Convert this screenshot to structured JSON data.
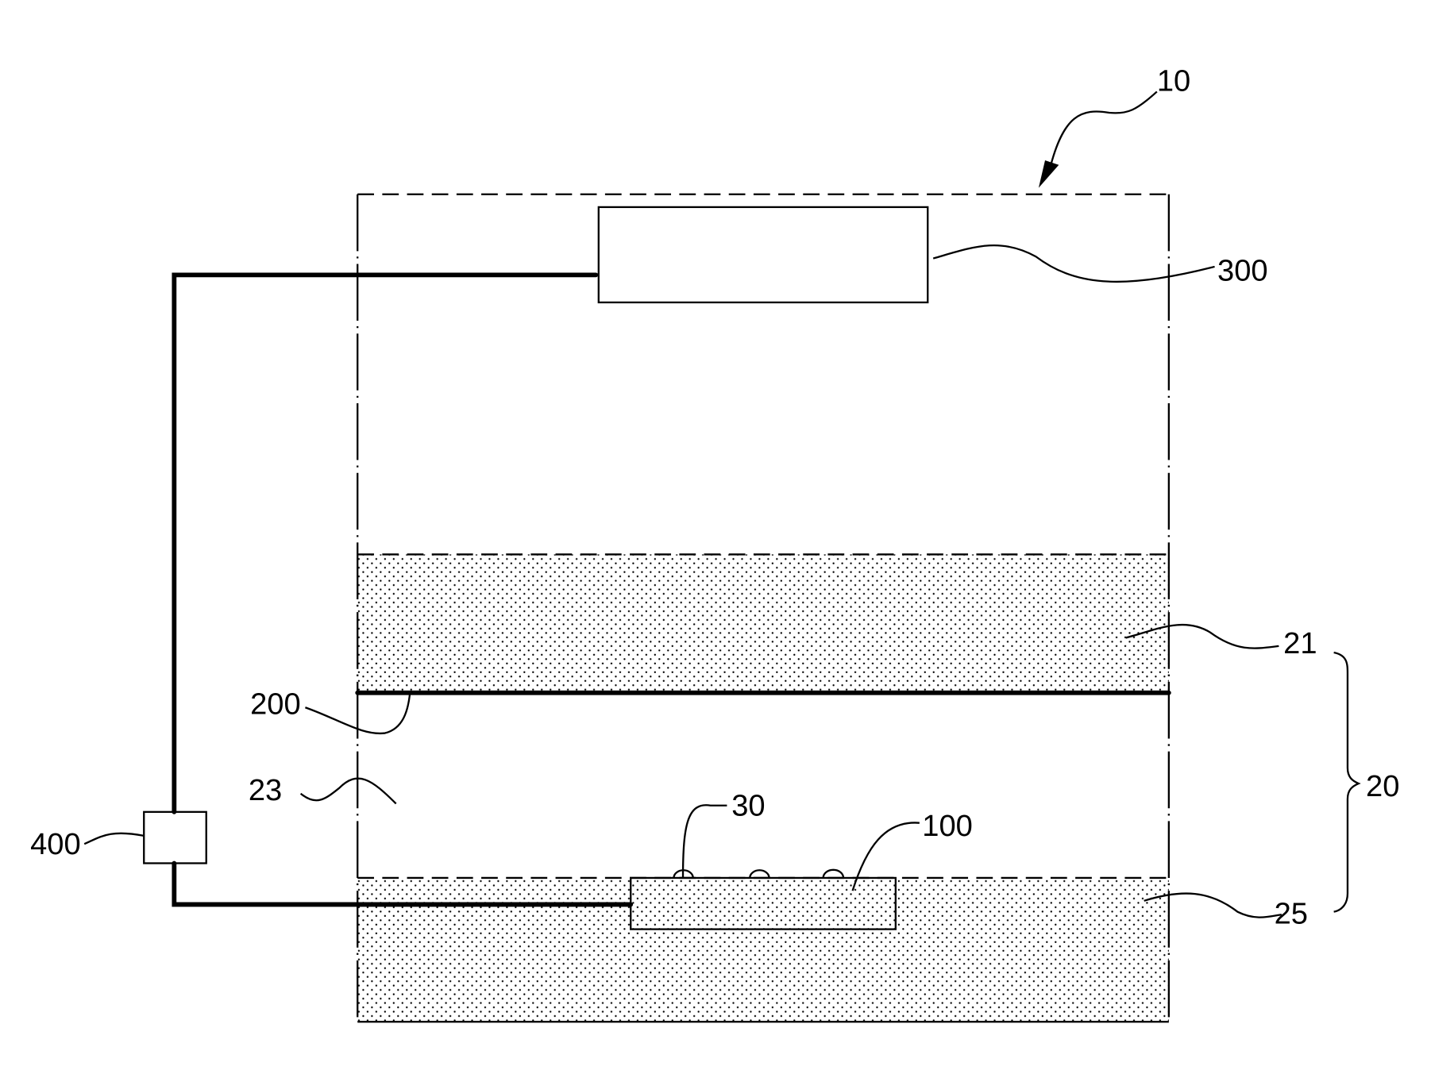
{
  "figure": {
    "colors": {
      "line": "#000000",
      "background": "#ffffff"
    },
    "labels": {
      "apparatus": "10",
      "chamber": "20",
      "upper_layer": "21",
      "middle_space": "23",
      "lower_layer": "25",
      "bumps": "30",
      "substrate": "100",
      "electrode_plate": "200",
      "top_unit": "300",
      "controller": "400"
    }
  }
}
